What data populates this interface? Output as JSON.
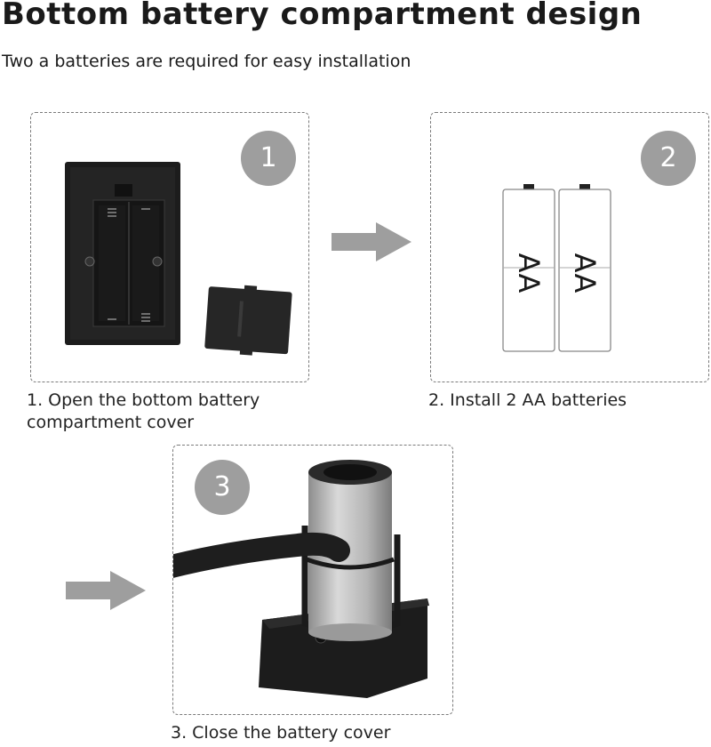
{
  "header": {
    "title": "Bottom battery compartment design",
    "subtitle": "Two a batteries are required for easy installation"
  },
  "steps": [
    {
      "number": "1",
      "caption_line1": "1. Open the bottom battery",
      "caption_line2": "compartment cover"
    },
    {
      "number": "2",
      "caption": "2. Install 2 AA batteries",
      "battery_label": "AA"
    },
    {
      "number": "3",
      "caption": "3. Close the battery cover"
    }
  ],
  "icons": {
    "arrow": "right-arrow-icon"
  },
  "colors": {
    "badge": "#9e9e9e",
    "arrow": "#9e9e9e",
    "device": "#1e1e1e",
    "dashed_border": "#7a7a7a"
  }
}
